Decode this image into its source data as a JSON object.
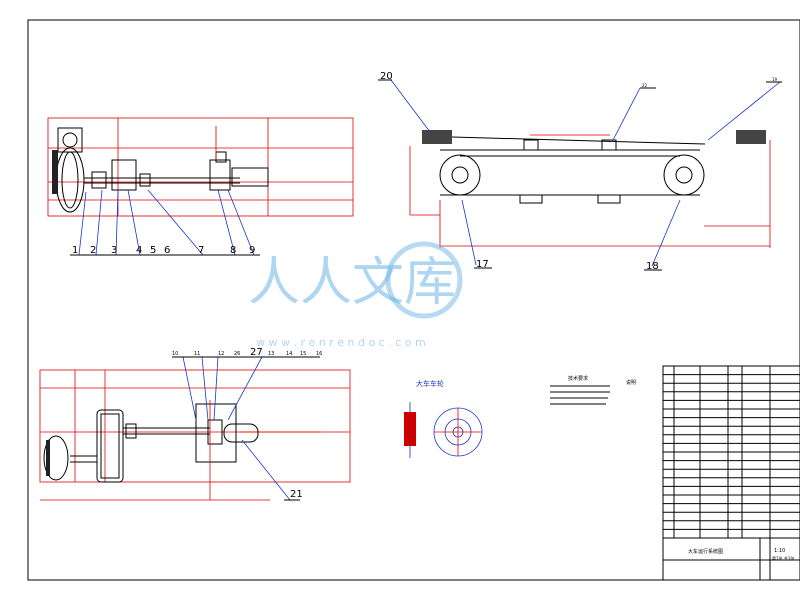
{
  "drawing": {
    "part_numbers_top": [
      "1",
      "2",
      "3",
      "4",
      "5",
      "6",
      "7",
      "8",
      "9"
    ],
    "part_numbers_right": [
      "20",
      "22",
      "19",
      "17",
      "18"
    ],
    "part_numbers_bottom": [
      "10",
      "11",
      "12",
      "26",
      "27",
      "13",
      "14",
      "15",
      "16",
      "21"
    ],
    "view_label_a": "大车车轮",
    "view_label_b": "技术要求",
    "view_label_c": "说明",
    "title_block_title": "大车运行系统图",
    "title_block_scale": "1:10",
    "title_block_sheet": "第1张 共1张",
    "title_block_rows": 20
  },
  "watermark": {
    "text_cn": "人人文库",
    "text_en": "w w w . r e n r e n d o c . c o m"
  },
  "colors": {
    "frame": "#000000",
    "dimension": "#e00000",
    "detail": "#1a36c8",
    "watermark": "#6fb6e6"
  }
}
